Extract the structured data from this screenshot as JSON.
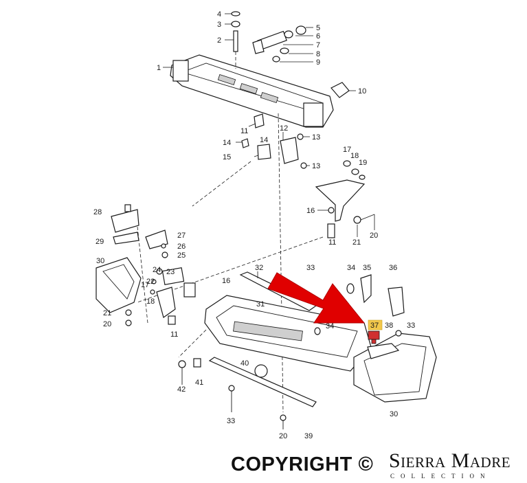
{
  "diagram": {
    "accent_color": "#e00000",
    "highlight_color": "#f3c84b",
    "callouts": {
      "c1": "1",
      "c2": "2",
      "c3": "3",
      "c4": "4",
      "c5": "5",
      "c6": "6",
      "c7": "7",
      "c8": "8",
      "c9": "9",
      "c10": "10",
      "c11a": "11",
      "c11b": "11",
      "c11c": "11",
      "c12": "12",
      "c13a": "13",
      "c13b": "13",
      "c14a": "14",
      "c14b": "14",
      "c15": "15",
      "c16a": "16",
      "c16b": "16",
      "c17a": "17",
      "c17b": "17",
      "c18a": "18",
      "c18b": "18",
      "c19": "19",
      "c20a": "20",
      "c20b": "20",
      "c20c": "20",
      "c21a": "21",
      "c21b": "21",
      "c22": "22",
      "c23": "23",
      "c24": "24",
      "c25": "25",
      "c26": "26",
      "c27": "27",
      "c28": "28",
      "c29": "29",
      "c30a": "30",
      "c30b": "30",
      "c31": "31",
      "c32": "32",
      "c33a": "33",
      "c33b": "33",
      "c33c": "33",
      "c34a": "34",
      "c34b": "34",
      "c35": "35",
      "c36": "36",
      "c37": "37",
      "c38": "38",
      "c39": "39",
      "c40": "40",
      "c41": "41",
      "c42": "42"
    },
    "highlighted_part": "37"
  },
  "footer": {
    "copyright": "COPYRIGHT ©",
    "brand_logo": {
      "name": "Sierra Madre",
      "subtitle": "COLLECTION"
    }
  }
}
